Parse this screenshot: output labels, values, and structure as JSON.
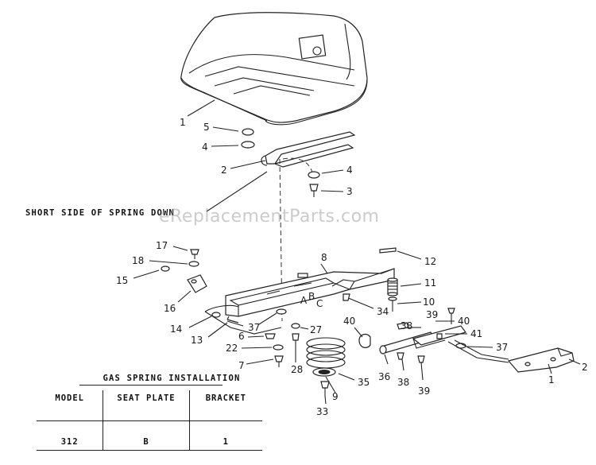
{
  "caption": "SHORT SIDE OF SPRING DOWN",
  "watermark": "eReplacementParts.com",
  "callouts": [
    "1",
    "5",
    "4",
    "2",
    "4",
    "3",
    "17",
    "18",
    "15",
    "16",
    "8",
    "12",
    "11",
    "10",
    "A",
    "B",
    "C",
    "34",
    "39",
    "14",
    "13",
    "37",
    "6",
    "22",
    "7",
    "27",
    "28",
    "40",
    "38",
    "40",
    "41",
    "37",
    "35",
    "9",
    "33",
    "36",
    "38",
    "39",
    "1",
    "2"
  ],
  "gas_spring_table": {
    "title": "GAS SPRING INSTALLATION",
    "headers": [
      "MODEL",
      "SEAT PLATE",
      "BRACKET"
    ],
    "rows": [
      [
        "312",
        "B",
        "1"
      ]
    ]
  }
}
